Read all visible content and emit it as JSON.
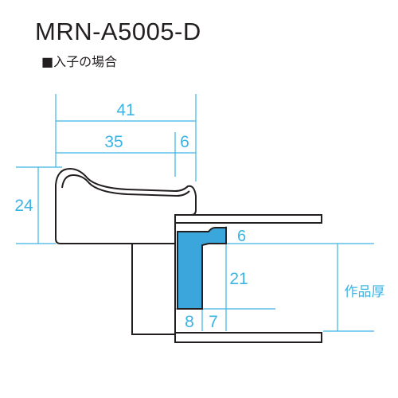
{
  "header": {
    "model_code": "MRN-A5005-D",
    "section_title": "■入子の場合"
  },
  "dimensions": {
    "overall_width": "41",
    "inner_width": "35",
    "lip_width": "6",
    "height": "24",
    "insert_lip": "6",
    "insert_depth": "21",
    "gap_left": "8",
    "gap_right": "7",
    "artwork_thickness_label": "作品厚"
  },
  "colors": {
    "outline": "#231f20",
    "dimension": "#3bb4e3",
    "insert_fill": "#3aa6dc"
  }
}
